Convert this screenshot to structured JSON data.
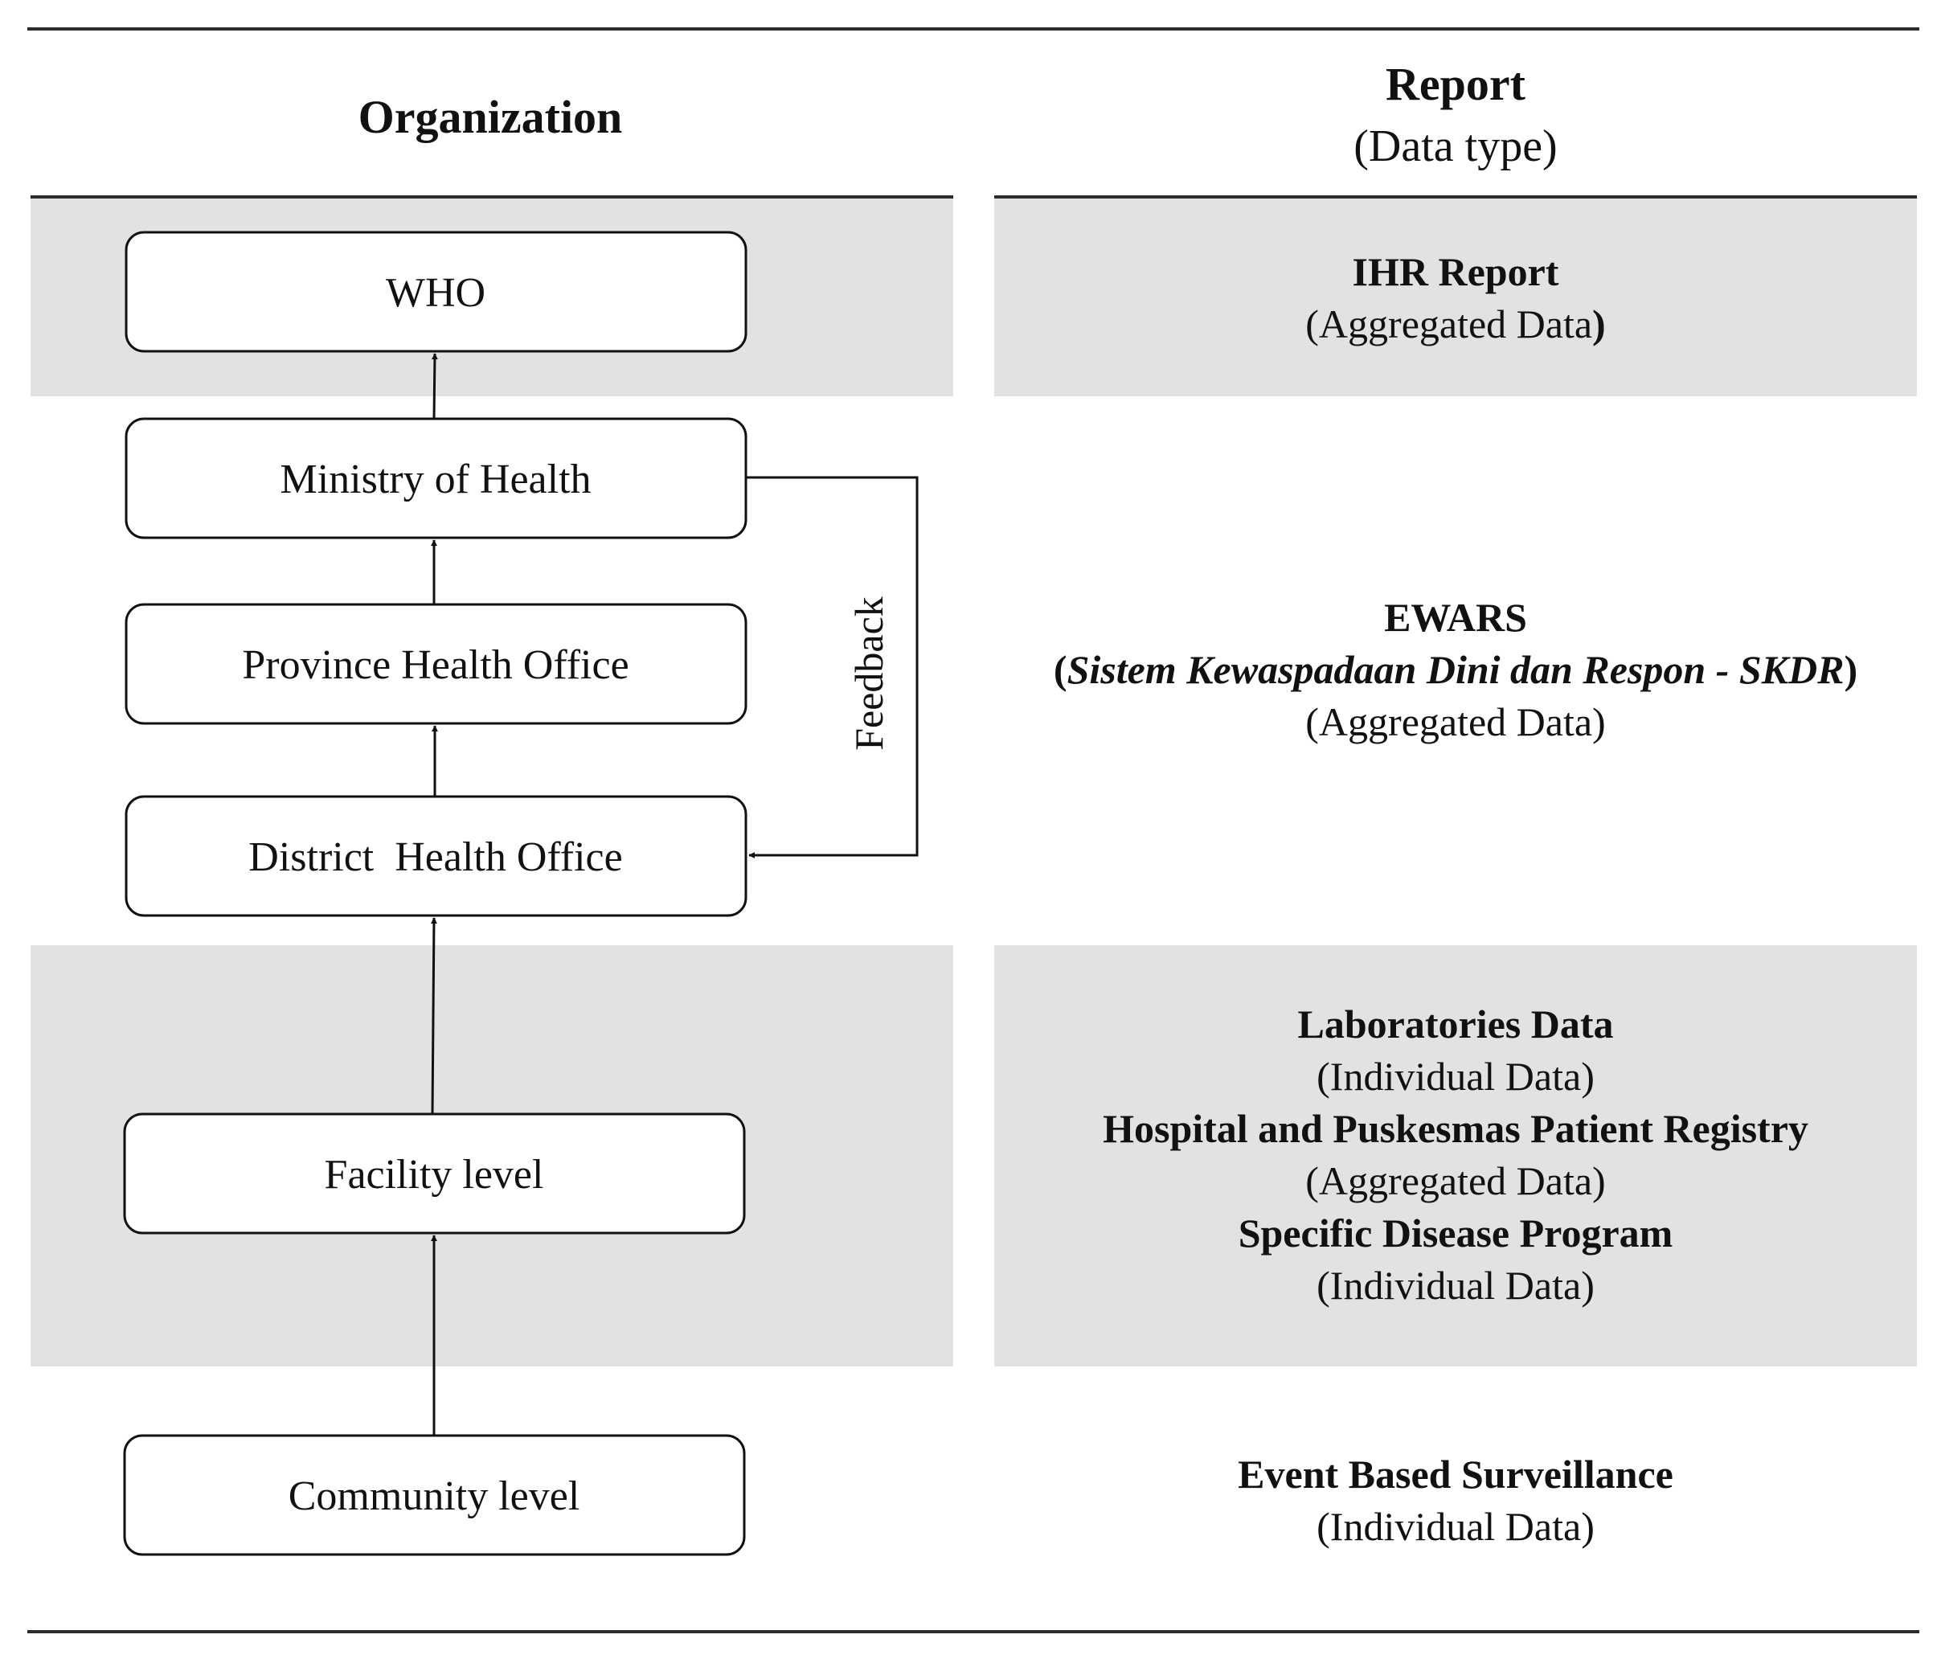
{
  "headers": {
    "organization": "Organization",
    "report": "Report",
    "report_sub": "(Data type)"
  },
  "colors": {
    "band": "#e2e2e2",
    "rule": "#2b2b2b",
    "stroke": "#111111"
  },
  "organizations": {
    "who": "WHO",
    "moh": "Ministry of Health",
    "pho": "Province Health Office",
    "dho": "District  Health Office",
    "facility": "Facility level",
    "community": "Community level"
  },
  "feedback_label": "Feedback",
  "reports": {
    "ihr": {
      "name": "IHR Report",
      "type_open": "(Aggregated Data",
      "type_close": ")"
    },
    "ewars": {
      "name": "EWARS",
      "paren_open": "(",
      "italic": "Sistem Kewaspadaan Dini dan Respon - SKDR",
      "paren_close": ")",
      "type": "(Aggregated Data)"
    },
    "lab": {
      "name": "Laboratories Data",
      "type": "(Individual Data)"
    },
    "hospital": {
      "name": "Hospital and Puskesmas Patient Registry",
      "type": "(Aggregated Data)"
    },
    "disease": {
      "name": "Specific Disease Program",
      "type": "(Individual Data)"
    },
    "ebs": {
      "name": "Event Based Surveillance",
      "type": "(Individual Data)"
    }
  }
}
